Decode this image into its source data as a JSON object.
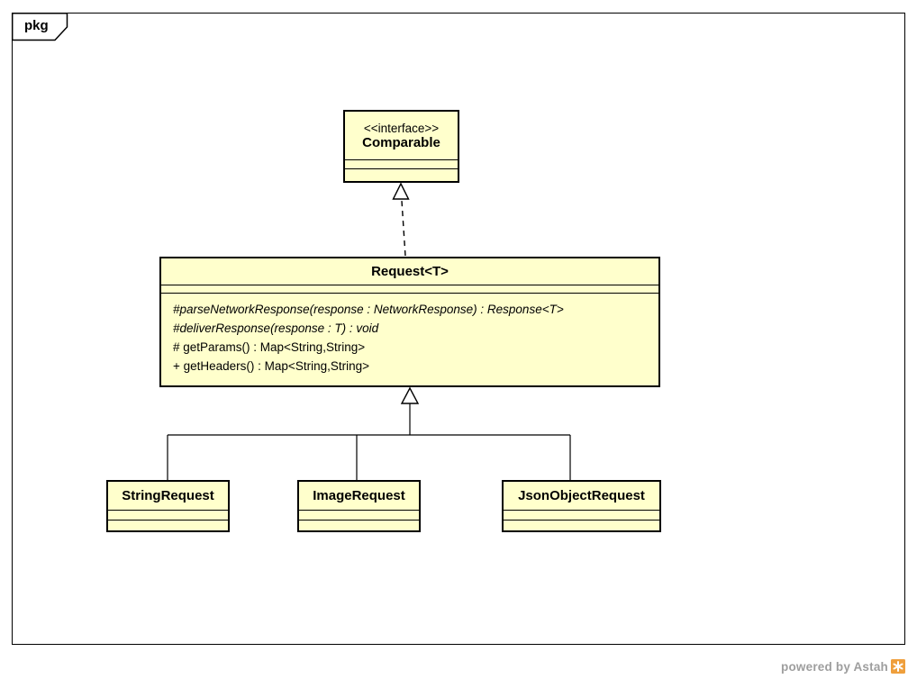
{
  "package": {
    "label": "pkg"
  },
  "nodes": {
    "interface": {
      "stereotype": "<<interface>>",
      "name": "Comparable"
    },
    "request": {
      "name": "Request<T>",
      "methods": [
        "#parseNetworkResponse(response : NetworkResponse) : Response<T>",
        "#deliverResponse(response : T) : void",
        "# getParams() : Map<String,String>",
        "+ getHeaders() : Map<String,String>"
      ]
    },
    "subclasses": [
      {
        "name": "StringRequest"
      },
      {
        "name": "ImageRequest"
      },
      {
        "name": "JsonObjectRequest"
      }
    ]
  },
  "relations": [
    {
      "type": "realization",
      "from": "Request<T>",
      "to": "Comparable",
      "style": "dashed-hollow-triangle"
    },
    {
      "type": "generalization",
      "from": "StringRequest",
      "to": "Request<T>",
      "style": "solid-hollow-triangle"
    },
    {
      "type": "generalization",
      "from": "ImageRequest",
      "to": "Request<T>",
      "style": "solid-hollow-triangle"
    },
    {
      "type": "generalization",
      "from": "JsonObjectRequest",
      "to": "Request<T>",
      "style": "solid-hollow-triangle"
    }
  ],
  "watermark": {
    "label": "powered by Astah"
  },
  "colors": {
    "class_fill": "#ffffcc",
    "line": "#000000",
    "watermark_text": "#9e9e9e",
    "logo_orange": "#ef9f3c"
  }
}
